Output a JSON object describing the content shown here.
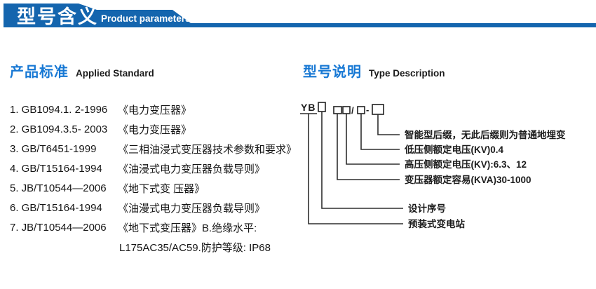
{
  "colors": {
    "banner_blue": "#1465ae",
    "heading_blue": "#1778d4",
    "text_dark": "#1c1c1c"
  },
  "banner": {
    "title_cn": "型号含义",
    "title_en": "Product parameters"
  },
  "left_section": {
    "heading_cn": "产品标准",
    "heading_en": "Applied Standard",
    "items": [
      {
        "code": "1. GB1094.1. 2-1996",
        "title": "《电力变压器》"
      },
      {
        "code": "2. GB1094.3.5- 2003",
        "title": "《电力变压器》"
      },
      {
        "code": "3. GB/T6451-1999",
        "title": "《三相油浸式变压器技术参数和要求》"
      },
      {
        "code": "4. GB/T15164-1994",
        "title": "《油浸式电力变压器负载导则》"
      },
      {
        "code": "5. JB/T10544—2006",
        "title": "《地下式变 压器》"
      },
      {
        "code": "6. GB/T15164-1994",
        "title": "《油漫式电力变压器负载导则》"
      },
      {
        "code": "7. JB/T10544—2006",
        "title": "《地下式变压器》B.绝缘水平:"
      }
    ],
    "continuation": "L175AC35/AC59.防护等级: IP68"
  },
  "right_section": {
    "heading_cn": "型号说明",
    "heading_en": "Type Description",
    "formula": {
      "prefix": "YB",
      "slash": "/",
      "dash": "-"
    },
    "labels": [
      "智能型后缀，无此后缀则为普通地埋变",
      "低压侧额定电压(KV)0.4",
      "高压侧额定电压(KV):6.3、12",
      "变压器额定容易(KVA)30-1000",
      "设计序号",
      "预装式变电站"
    ]
  }
}
